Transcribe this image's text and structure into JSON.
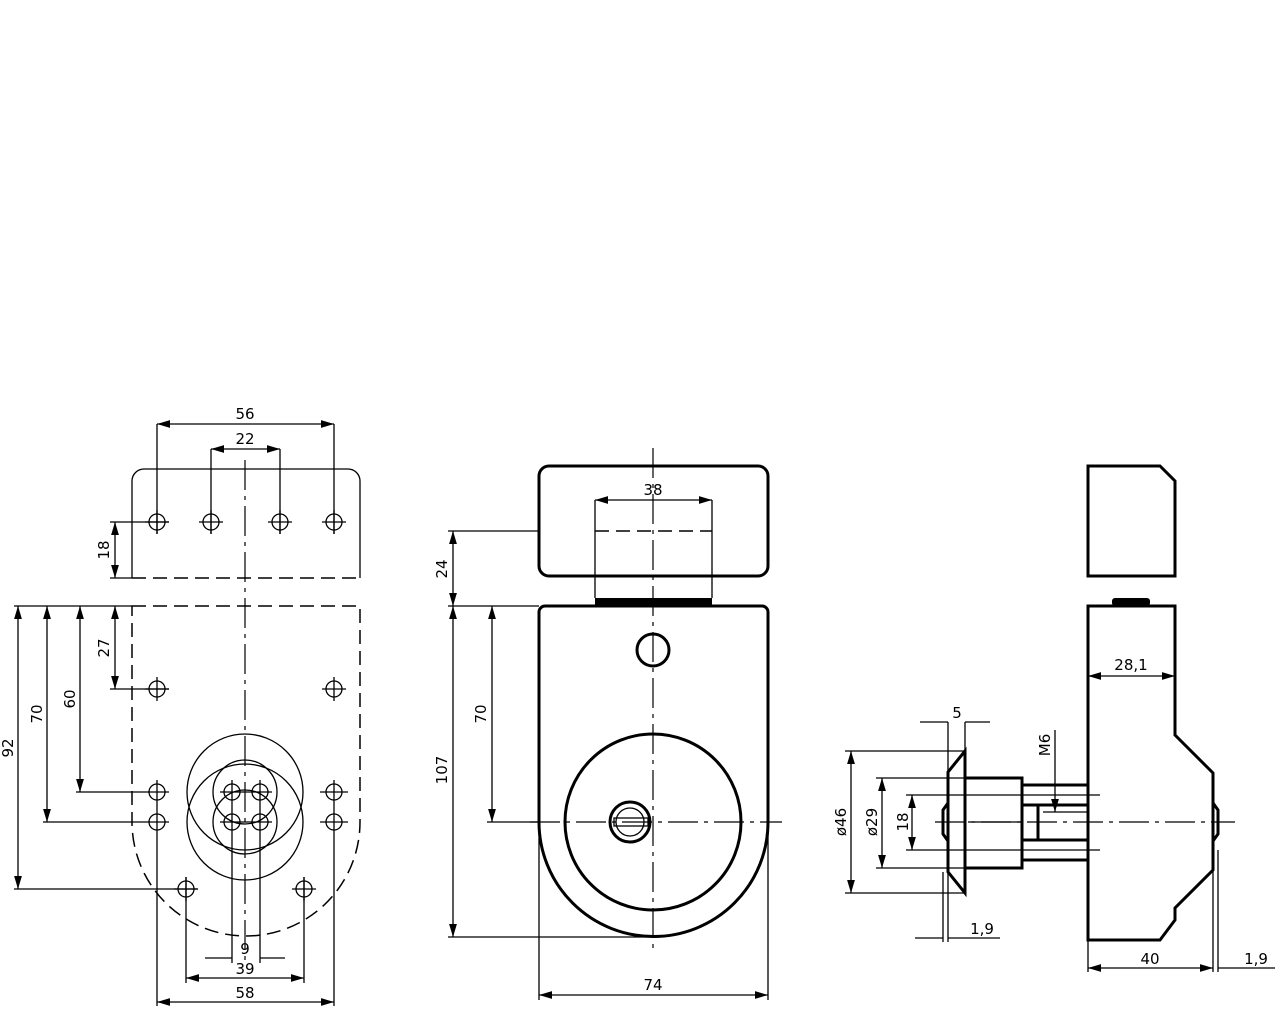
{
  "front_view": {
    "dims": {
      "w56": "56",
      "w22": "22",
      "h18": "18",
      "h27": "27",
      "h60": "60",
      "h70": "70",
      "h92": "92",
      "w9": "9",
      "w39": "39",
      "w58": "58"
    }
  },
  "middle_view": {
    "dims": {
      "w38": "38",
      "h24": "24",
      "h107": "107",
      "h70": "70",
      "w74": "74"
    }
  },
  "side_view": {
    "dims": {
      "w28_1": "28,1",
      "w5": "5",
      "m6": "M6",
      "d46": "ø46",
      "d29": "ø29",
      "h18": "18",
      "t1_9a": "1,9",
      "w40": "40",
      "t1_9b": "1,9"
    }
  }
}
